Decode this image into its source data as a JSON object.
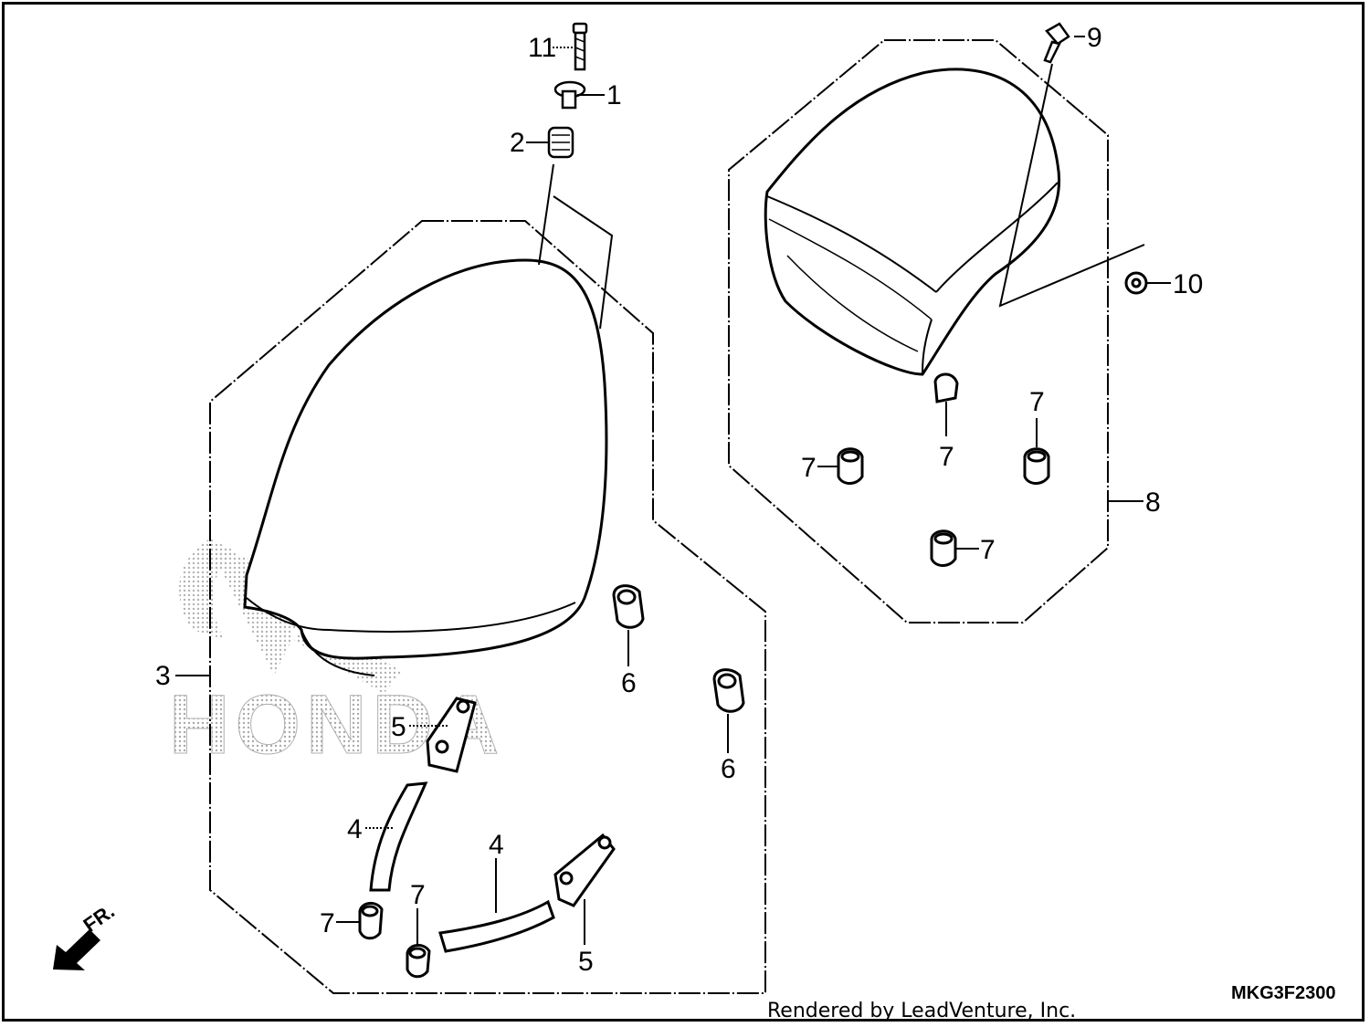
{
  "diagram": {
    "callouts": {
      "c1": "1",
      "c2": "2",
      "c3": "3",
      "c4a": "4",
      "c4b": "4",
      "c5a": "5",
      "c5b": "5",
      "c6a": "6",
      "c6b": "6",
      "c7a": "7",
      "c7b": "7",
      "c7c": "7",
      "c7d": "7",
      "c7e": "7",
      "c7f": "7",
      "c8": "8",
      "c9": "9",
      "c10": "10",
      "c11": "11"
    },
    "front_label": "FR.",
    "part_code": "MKG3F2300",
    "watermark_text": "HONDA",
    "credit": "Rendered by LeadVenture, Inc.",
    "colors": {
      "line": "#000000",
      "watermark": "#b5b5b5",
      "background": "#ffffff"
    }
  }
}
